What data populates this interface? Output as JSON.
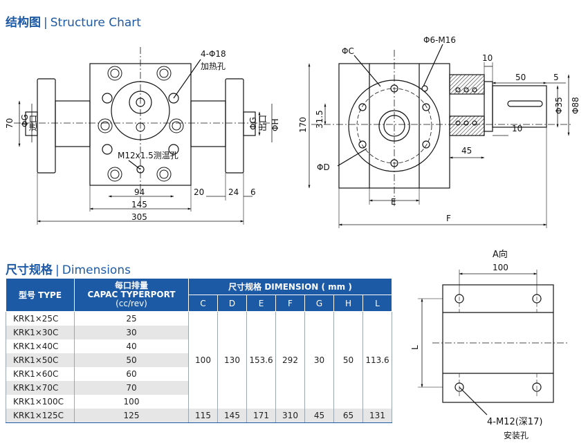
{
  "structure_title": {
    "cn": "结构图",
    "en": "Structure Chart"
  },
  "dimensions_title": {
    "cn": "尺寸规格",
    "en": "Dimensions"
  },
  "front_view": {
    "hole_label": "4-Φ18",
    "hole_label2": "加热孔",
    "thermo_label": "M12x1.5测温孔",
    "dim_70": "70",
    "left_port_label": "进口",
    "right_port_label": "出口",
    "dim_G_left": "ΦG",
    "dim_G_right": "ΦG",
    "dim_H": "ΦH",
    "dim_94": "94",
    "dim_145": "145",
    "dim_20": "20",
    "dim_24": "24",
    "dim_6": "6",
    "dim_305": "305"
  },
  "side_view": {
    "dim_C": "ΦC",
    "dim_M16": "Φ6-M16",
    "dim_10_top": "10",
    "dim_50": "50",
    "dim_5": "5",
    "dim_35": "Φ35",
    "dim_88": "Φ88",
    "dim_170": "170",
    "dim_31_5": "31.5",
    "dim_10_right": "10",
    "dim_45": "45",
    "dim_D": "ΦD",
    "dim_E": "E",
    "dim_F": "F"
  },
  "a_view": {
    "title": "A向",
    "dim_100": "100",
    "dim_L": "L",
    "mount_label": "4-M12(深17)",
    "mount_label2": "安装孔"
  },
  "table": {
    "col_type": "型号 TYPE",
    "col_capacity": [
      "每口排量",
      "CAPAC TYPERPORT",
      "(cc/rev)"
    ],
    "col_dimension": "尺寸规格 DIMENSION ( mm )",
    "sub_cols": [
      "C",
      "D",
      "E",
      "F",
      "G",
      "H",
      "L"
    ],
    "rows": [
      {
        "type": "KRK1×25C",
        "cap": "25"
      },
      {
        "type": "KRK1×30C",
        "cap": "30"
      },
      {
        "type": "KRK1×40C",
        "cap": "40"
      },
      {
        "type": "KRK1×50C",
        "cap": "50"
      },
      {
        "type": "KRK1×60C",
        "cap": "60"
      },
      {
        "type": "KRK1×70C",
        "cap": "70"
      },
      {
        "type": "KRK1×100C",
        "cap": "100"
      }
    ],
    "shared_dims": [
      "100",
      "130",
      "153.6",
      "292",
      "30",
      "50",
      "113.6"
    ],
    "last_row": {
      "type": "KRK1×125C",
      "cap": "125",
      "dims": [
        "115",
        "145",
        "171",
        "310",
        "45",
        "65",
        "131"
      ]
    }
  }
}
